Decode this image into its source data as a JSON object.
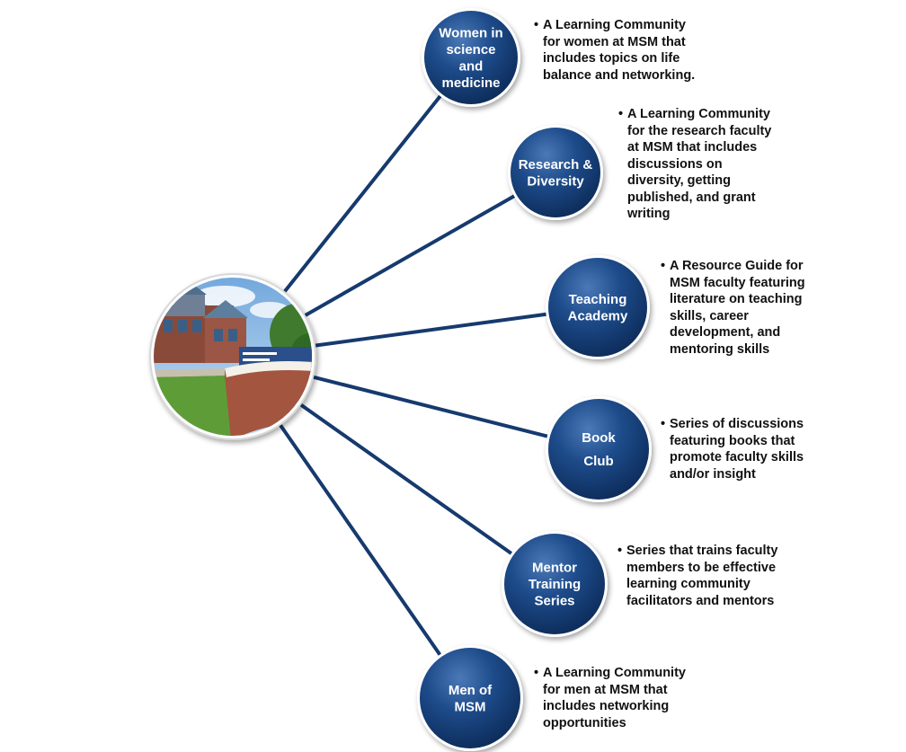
{
  "hub": {
    "image": "campus-building-photo"
  },
  "colors": {
    "connector": "#163a6e",
    "node_light": "#4b79b8",
    "node_mid": "#1d4b8a",
    "node_dark": "#0c2a57",
    "text": "#111111"
  },
  "nodes": [
    {
      "id": "women-in-science-and-medicine",
      "label_lines": [
        "Women in",
        "science",
        "and",
        "medicine"
      ],
      "description": "A Learning Community for women at MSM that includes topics on life balance and networking."
    },
    {
      "id": "research-and-diversity",
      "label_lines": [
        "Research &",
        "Diversity"
      ],
      "description": "A Learning Community for the research faculty at MSM that includes discussions on diversity, getting published, and grant writing"
    },
    {
      "id": "teaching-academy",
      "label_lines": [
        "Teaching",
        "Academy"
      ],
      "description": "A Resource Guide for MSM faculty featuring literature on teaching skills, career development, and mentoring skills"
    },
    {
      "id": "book-club",
      "label_lines": [
        "Book",
        "Club"
      ],
      "description": "Series of discussions featuring books that promote faculty skills and/or insight"
    },
    {
      "id": "mentor-training-series",
      "label_lines": [
        "Mentor",
        "Training",
        "Series"
      ],
      "description": "Series that trains faculty members to be effective learning community facilitators and mentors"
    },
    {
      "id": "men-of-msm",
      "label_lines": [
        "Men of",
        "MSM"
      ],
      "description": "A Learning Community for men at MSM that includes networking opportunities"
    }
  ]
}
